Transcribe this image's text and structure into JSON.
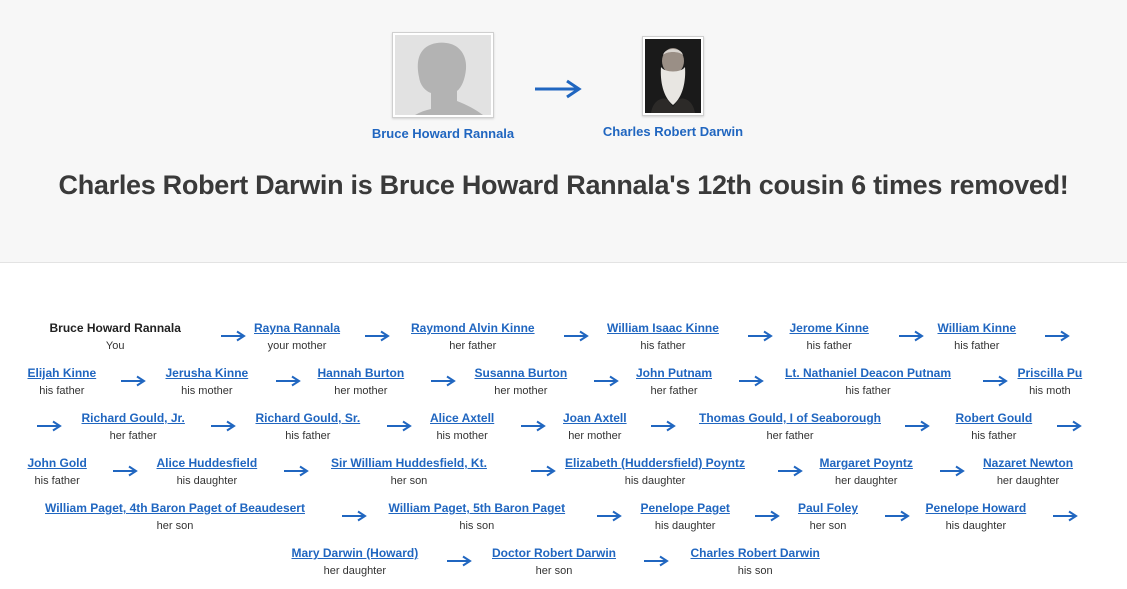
{
  "header": {
    "left_person": "Bruce Howard Rannala",
    "right_person": "Charles Robert Darwin",
    "headline": "Charles Robert Darwin is Bruce Howard Rannala's 12th cousin 6 times removed!"
  },
  "colors": {
    "link": "#2066c0",
    "headline": "#3a3a3a",
    "hero_background": "#f7f7f7"
  },
  "chain": [
    {
      "name": "Bruce Howard Rannala",
      "rel": "You"
    },
    {
      "name": "Rayna Rannala",
      "rel": "your mother"
    },
    {
      "name": "Raymond Alvin Kinne",
      "rel": "her father"
    },
    {
      "name": "William Isaac Kinne",
      "rel": "his father"
    },
    {
      "name": "Jerome Kinne",
      "rel": "his father"
    },
    {
      "name": "William Kinne",
      "rel": "his father"
    },
    {
      "name": "Elijah Kinne",
      "rel": "his father"
    },
    {
      "name": "Jerusha Kinne",
      "rel": "his mother"
    },
    {
      "name": "Hannah Burton",
      "rel": "her mother"
    },
    {
      "name": "Susanna Burton",
      "rel": "her mother"
    },
    {
      "name": "John Putnam",
      "rel": "her father"
    },
    {
      "name": "Lt. Nathaniel Deacon Putnam",
      "rel": "his father"
    },
    {
      "name": "Priscilla Pu",
      "rel": "his moth"
    },
    {
      "name": "Richard Gould, Jr.",
      "rel": "her father"
    },
    {
      "name": "Richard Gould, Sr.",
      "rel": "his father"
    },
    {
      "name": "Alice Axtell",
      "rel": "his mother"
    },
    {
      "name": "Joan Axtell",
      "rel": "her mother"
    },
    {
      "name": "Thomas Gould, I of Seaborough",
      "rel": "her father"
    },
    {
      "name": "Robert Gould",
      "rel": "his father"
    },
    {
      "name": "John Gold",
      "rel": "his father"
    },
    {
      "name": "Alice Huddesfield",
      "rel": "his daughter"
    },
    {
      "name": "Sir William Huddesfield, Kt.",
      "rel": "her son"
    },
    {
      "name": "Elizabeth (Huddersfield) Poyntz",
      "rel": "his daughter"
    },
    {
      "name": "Margaret Poyntz",
      "rel": "her daughter"
    },
    {
      "name": "Nazaret Newton",
      "rel": "her daughter"
    },
    {
      "name": "William Paget, 4th Baron Paget of Beaudesert",
      "rel": "her son"
    },
    {
      "name": "William Paget, 5th Baron Paget",
      "rel": "his son"
    },
    {
      "name": "Penelope Paget",
      "rel": "his daughter"
    },
    {
      "name": "Paul Foley",
      "rel": "her son"
    },
    {
      "name": "Penelope Howard",
      "rel": "his daughter"
    },
    {
      "name": "Mary Darwin (Howard)",
      "rel": "her daughter"
    },
    {
      "name": "Doctor Robert Darwin",
      "rel": "her son"
    },
    {
      "name": "Charles Robert Darwin",
      "rel": "his son"
    }
  ]
}
